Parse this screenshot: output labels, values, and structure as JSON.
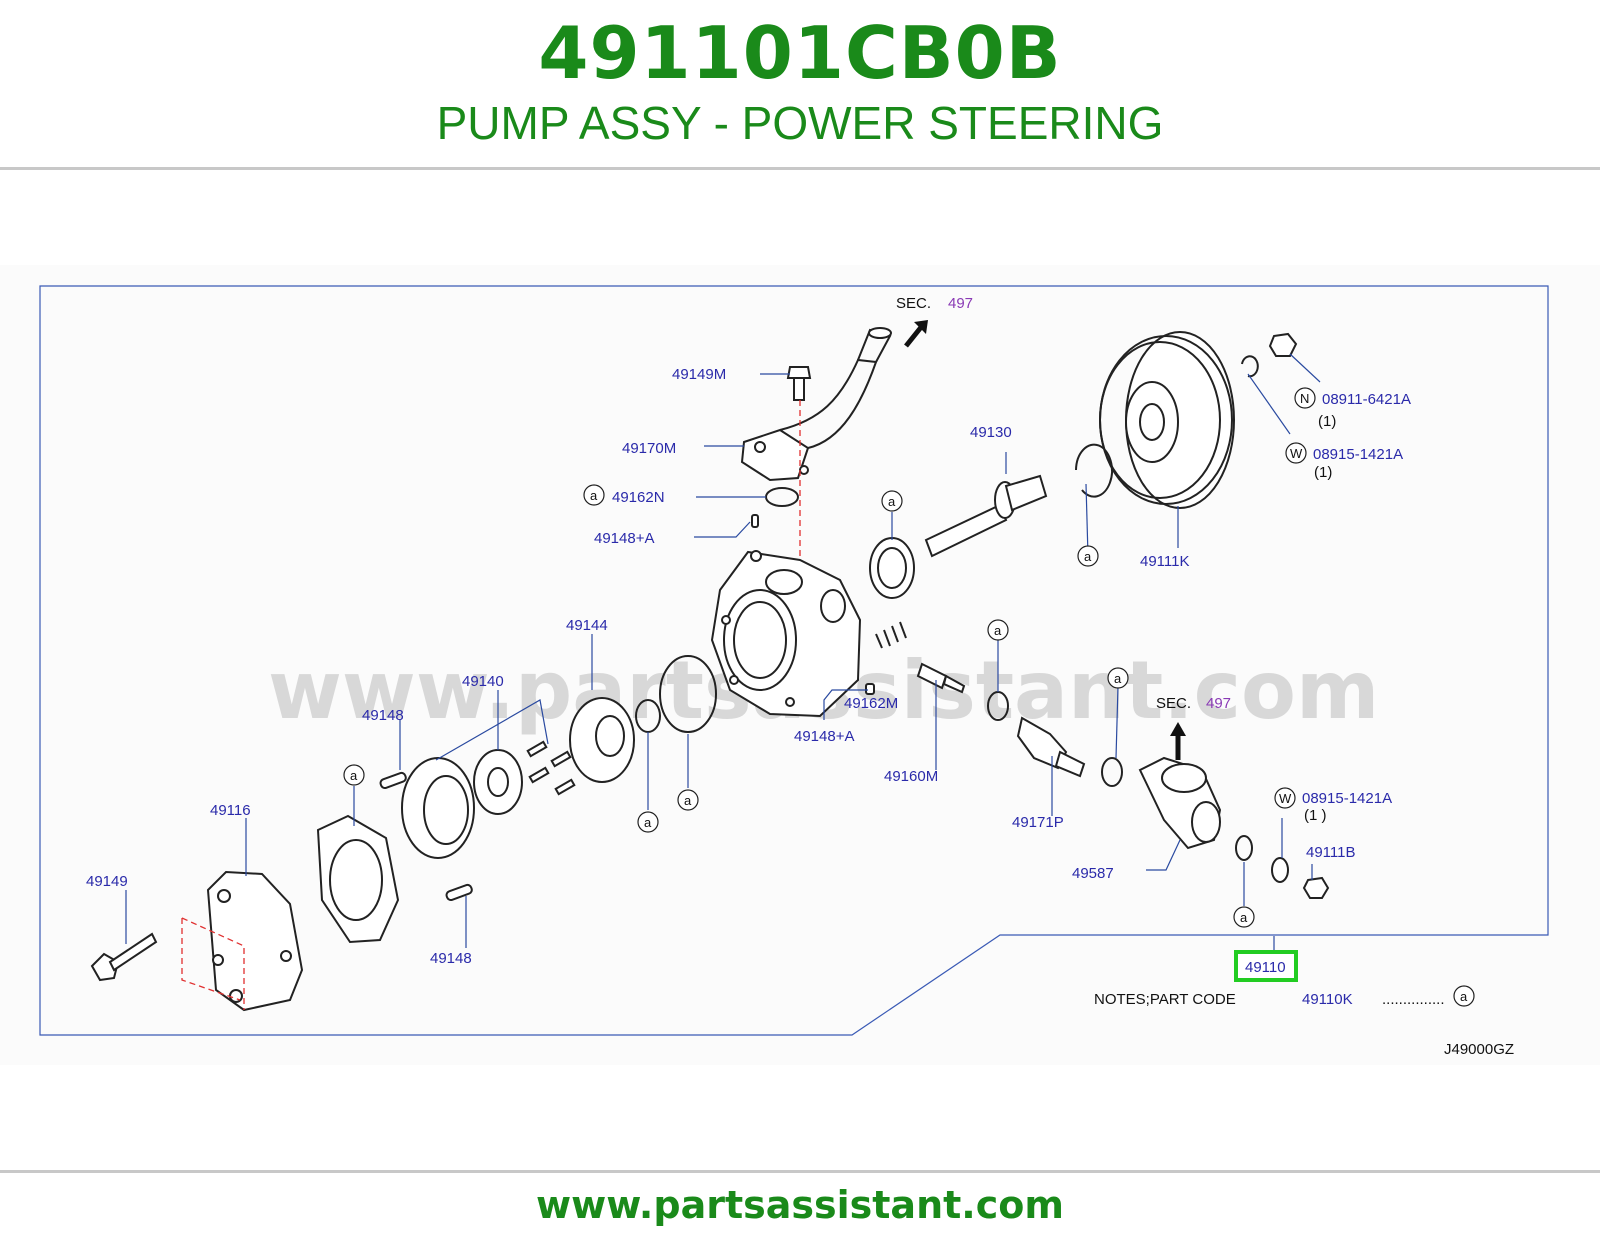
{
  "header": {
    "part_number": "491101CB0B",
    "description": "PUMP ASSY - POWER STEERING"
  },
  "watermark": "www.partsassistant.com",
  "footer": {
    "url": "www.partsassistant.com"
  },
  "colors": {
    "brand_green": "#1a8a1a",
    "label_blue": "#2a2aaa",
    "highlight_green": "#22cc22",
    "sec_purple": "#8a3ab5"
  },
  "diagram": {
    "sec_prefix": "SEC.",
    "sec_top": "497",
    "sec_right": "497",
    "circle_a": "a",
    "circle_n": "N",
    "circle_w": "W",
    "labels": {
      "p49149M": "49149M",
      "p49170M": "49170M",
      "p49162N": "49162N",
      "p49148A_top": "49148+A",
      "p49130": "49130",
      "p49111K": "49111K",
      "p08911": "08911-6421A",
      "p08911_qty": "(1)",
      "p08915_top": "08915-1421A",
      "p08915_top_qty": "(1)",
      "p49144": "49144",
      "p49140": "49140",
      "p49148_top": "49148",
      "p49162M": "49162M",
      "p49148A_bot": "49148+A",
      "p49160M": "49160M",
      "p49171P": "49171P",
      "p49116": "49116",
      "p49149": "49149",
      "p49148_bot": "49148",
      "p49587": "49587",
      "p08915_bot": "08915-1421A",
      "p08915_bot_qty": "(1 )",
      "p49111B": "49111B",
      "p49110": "49110",
      "notes_text": "NOTES;PART   CODE",
      "notes_code": "49110K",
      "notes_dots": "...............",
      "diagram_id": "J49000GZ"
    }
  }
}
